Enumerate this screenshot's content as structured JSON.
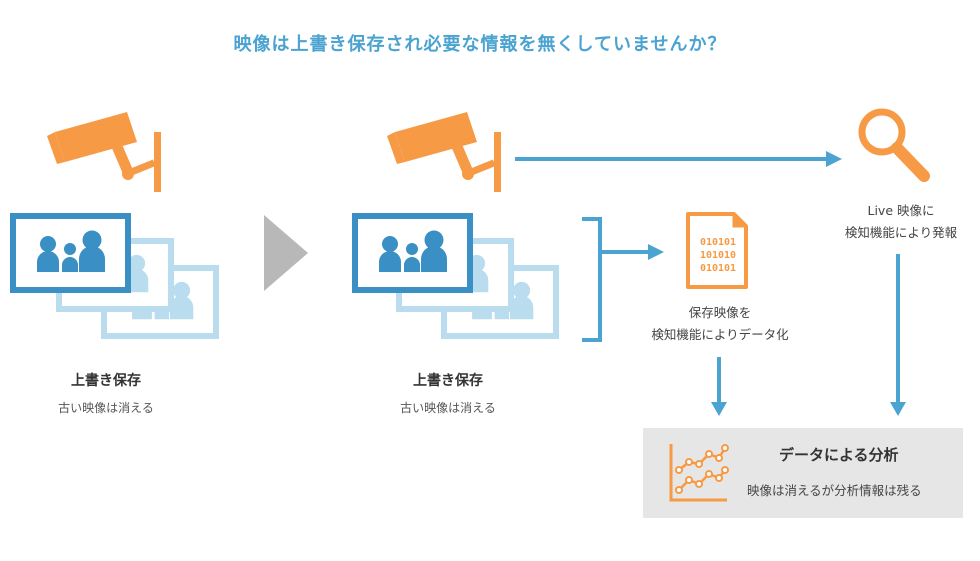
{
  "title": "映像は上書き保存され必要な情報を無くしていませんか？",
  "left_panel": {
    "label": "上書き保存",
    "sub": "古い映像は消える"
  },
  "middle_panel": {
    "label": "上書き保存",
    "sub": "古い映像は消える"
  },
  "data_file": {
    "bits": [
      "010101",
      "101010",
      "010101"
    ],
    "desc_line1": "保存映像を",
    "desc_line2": "検知機能によりデータ化"
  },
  "live": {
    "desc_line1": "Live 映像に",
    "desc_line2": "検知機能により発報"
  },
  "analysis": {
    "title": "データによる分析",
    "sub": "映像は消えるが分析情報は残る"
  },
  "colors": {
    "orange": "#f79a45",
    "blue": "#4aa3d0",
    "blue_dark": "#3a8fc4",
    "blue_light": "#b9dcef",
    "gray_arrow": "#b8b8b8",
    "box_bg": "#e6e6e6",
    "title": "#4aa3d0"
  },
  "icons": [
    "security-camera-icon",
    "monitor-people-icon",
    "binary-file-icon",
    "magnifier-icon",
    "line-chart-icon",
    "chevron-right-icon"
  ]
}
